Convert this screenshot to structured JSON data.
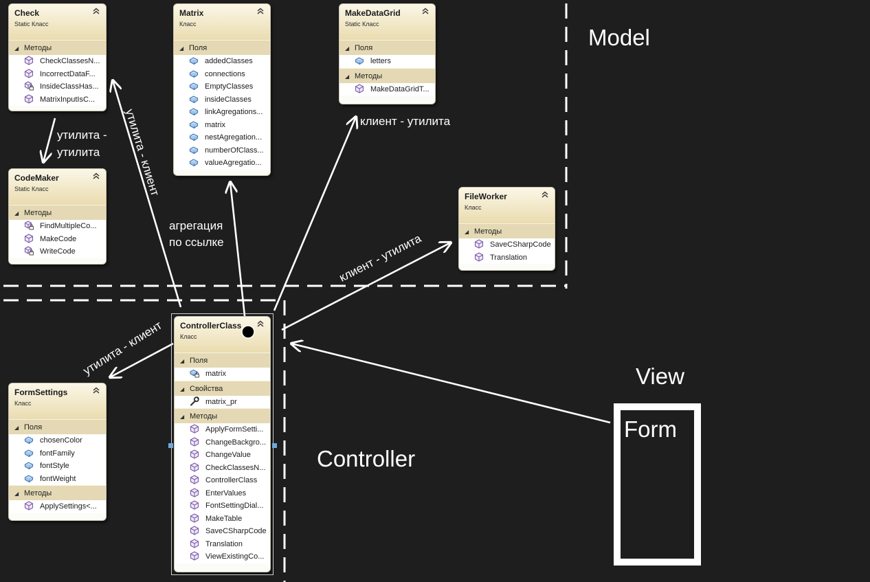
{
  "layers": {
    "model": "Model",
    "view": "View",
    "controller": "Controller",
    "form": "Form"
  },
  "relations": {
    "util_util": [
      "утилита -",
      "утилита"
    ],
    "util_client_top": "утилита - клиент",
    "aggregation": [
      "агрегация",
      "по ссылке"
    ],
    "client_util_top": "клиент - утилита",
    "client_util_mid": "клиент - утилита",
    "util_client_left": "утилита - клиент"
  },
  "classes": {
    "check": {
      "name": "Check",
      "kind": "Static Класс",
      "sections": [
        {
          "title": "Методы",
          "members": [
            {
              "name": "CheckClassesN...",
              "icon": "method-icon"
            },
            {
              "name": "IncorrectDataF...",
              "icon": "method-icon"
            },
            {
              "name": "InsideClassHas...",
              "icon": "private-method-icon"
            },
            {
              "name": "MatrixInputIsC...",
              "icon": "method-icon"
            }
          ]
        }
      ]
    },
    "matrix": {
      "name": "Matrix",
      "kind": "Класс",
      "sections": [
        {
          "title": "Поля",
          "members": [
            {
              "name": "addedClasses",
              "icon": "field-icon"
            },
            {
              "name": "connections",
              "icon": "field-icon"
            },
            {
              "name": "EmptyClasses",
              "icon": "field-icon"
            },
            {
              "name": "insideClasses",
              "icon": "field-icon"
            },
            {
              "name": "linkAgregations...",
              "icon": "field-icon"
            },
            {
              "name": "matrix",
              "icon": "field-icon"
            },
            {
              "name": "nestAgregation...",
              "icon": "field-icon"
            },
            {
              "name": "numberOfClass...",
              "icon": "field-icon"
            },
            {
              "name": "valueAgregatio...",
              "icon": "field-icon"
            }
          ]
        }
      ]
    },
    "makedatagrid": {
      "name": "MakeDataGrid",
      "kind": "Static Класс",
      "sections": [
        {
          "title": "Поля",
          "members": [
            {
              "name": "letters",
              "icon": "field-icon"
            }
          ]
        },
        {
          "title": "Методы",
          "members": [
            {
              "name": "MakeDataGridT...",
              "icon": "method-icon"
            }
          ]
        }
      ]
    },
    "codemaker": {
      "name": "CodeMaker",
      "kind": "Static Класс",
      "sections": [
        {
          "title": "Методы",
          "members": [
            {
              "name": "FindMultipleCo...",
              "icon": "private-method-icon"
            },
            {
              "name": "MakeCode",
              "icon": "method-icon"
            },
            {
              "name": "WriteCode",
              "icon": "private-method-icon"
            }
          ]
        }
      ]
    },
    "fileworker": {
      "name": "FileWorker",
      "kind": "Класс",
      "sections": [
        {
          "title": "Методы",
          "members": [
            {
              "name": "SaveCSharpCode",
              "icon": "method-icon"
            },
            {
              "name": "Translation",
              "icon": "method-icon"
            }
          ]
        }
      ]
    },
    "controller": {
      "name": "ControllerClass",
      "kind": "Класс",
      "sections": [
        {
          "title": "Поля",
          "members": [
            {
              "name": "matrix",
              "icon": "private-field-icon"
            }
          ]
        },
        {
          "title": "Свойства",
          "members": [
            {
              "name": "matrix_pr",
              "icon": "property-icon"
            }
          ]
        },
        {
          "title": "Методы",
          "members": [
            {
              "name": "ApplyFormSetti...",
              "icon": "method-icon"
            },
            {
              "name": "ChangeBackgro...",
              "icon": "method-icon"
            },
            {
              "name": "ChangeValue",
              "icon": "method-icon"
            },
            {
              "name": "CheckClassesN...",
              "icon": "method-icon"
            },
            {
              "name": "ControllerClass",
              "icon": "method-icon"
            },
            {
              "name": "EnterValues",
              "icon": "method-icon"
            },
            {
              "name": "FontSettingDial...",
              "icon": "method-icon"
            },
            {
              "name": "MakeTable",
              "icon": "method-icon"
            },
            {
              "name": "SaveCSharpCode",
              "icon": "method-icon"
            },
            {
              "name": "Translation",
              "icon": "method-icon"
            },
            {
              "name": "ViewExistingCo...",
              "icon": "method-icon"
            }
          ]
        }
      ]
    },
    "formsettings": {
      "name": "FormSettings",
      "kind": "Класс",
      "sections": [
        {
          "title": "Поля",
          "members": [
            {
              "name": "chosenColor",
              "icon": "field-icon"
            },
            {
              "name": "fontFamily",
              "icon": "field-icon"
            },
            {
              "name": "fontStyle",
              "icon": "field-icon"
            },
            {
              "name": "fontWeight",
              "icon": "field-icon"
            }
          ]
        },
        {
          "title": "Методы",
          "members": [
            {
              "name": "ApplySettings<...",
              "icon": "method-icon"
            }
          ]
        }
      ]
    }
  }
}
